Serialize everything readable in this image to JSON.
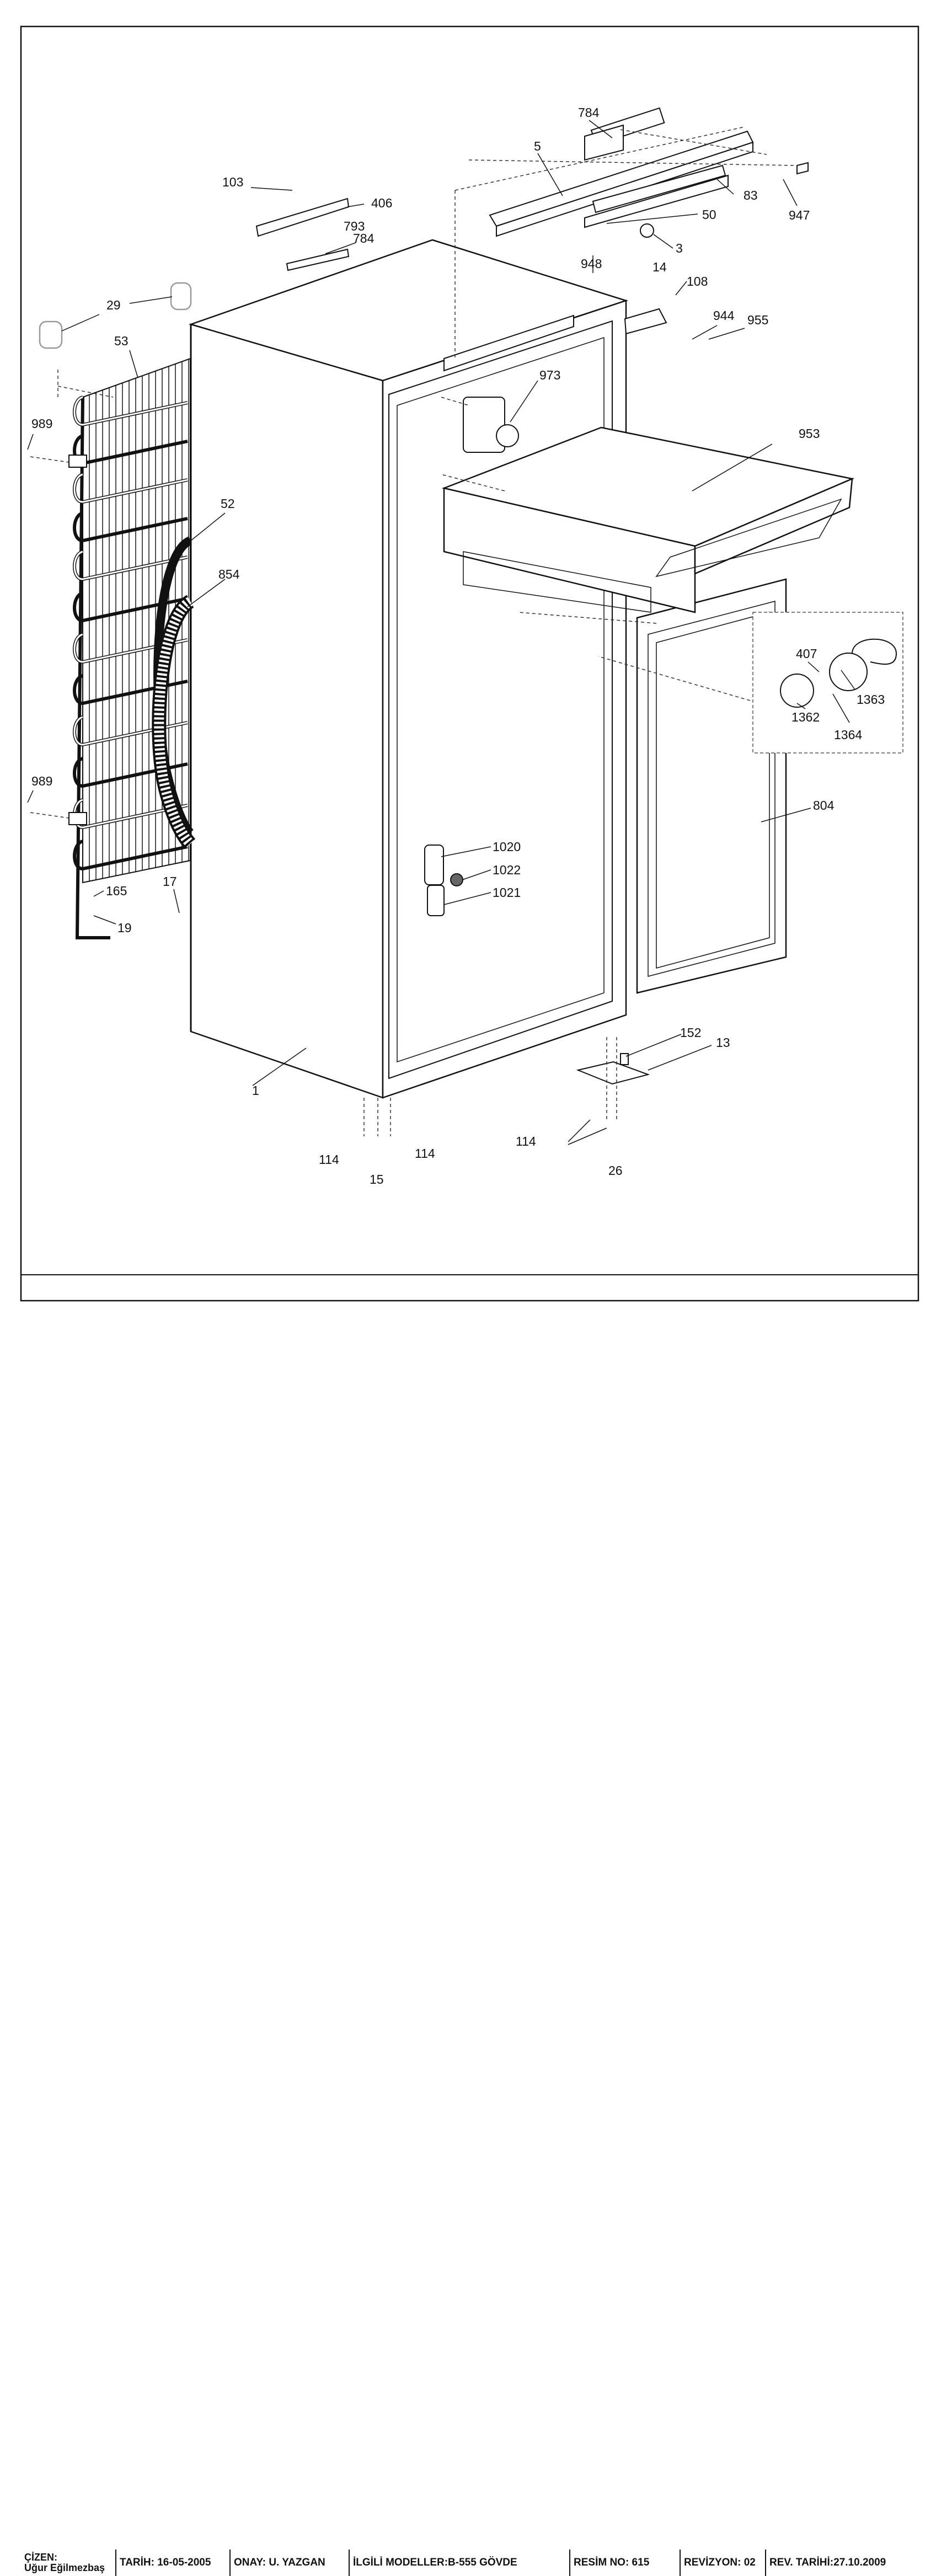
{
  "part_labels": {
    "p784a": "784",
    "p5": "5",
    "p103": "103",
    "p406": "406",
    "p793": "793",
    "p784b": "784",
    "p83": "83",
    "p50": "50",
    "p947": "947",
    "p3": "3",
    "p948": "948",
    "p14": "14",
    "p108": "108",
    "p944": "944",
    "p955": "955",
    "p29": "29",
    "p53": "53",
    "p973": "973",
    "p989a": "989",
    "p953": "953",
    "p52": "52",
    "p854": "854",
    "p407": "407",
    "p1363": "1363",
    "p1362": "1362",
    "p1364": "1364",
    "p989b": "989",
    "p804": "804",
    "p1020": "1020",
    "p1022": "1022",
    "p1021": "1021",
    "p165": "165",
    "p17": "17",
    "p19": "19",
    "p152": "152",
    "p13": "13",
    "p1": "1",
    "p114a": "114",
    "p114b": "114",
    "p114c": "114",
    "p15": "15",
    "p26": "26"
  },
  "title_block": {
    "cizen_label": "ÇİZEN:",
    "cizen_name": "Uğur Eğilmezbaş",
    "tarih": "TARİH: 16-05-2005",
    "onay": "ONAY: U. YAZGAN",
    "modeller": "İLGİLİ MODELLER:B-555 GÖVDE",
    "resim_no": "RESİM NO: 615",
    "revizyon": "REVİZYON: 02",
    "rev_tarihi": "REV. TARİHİ:27.10.2009"
  }
}
